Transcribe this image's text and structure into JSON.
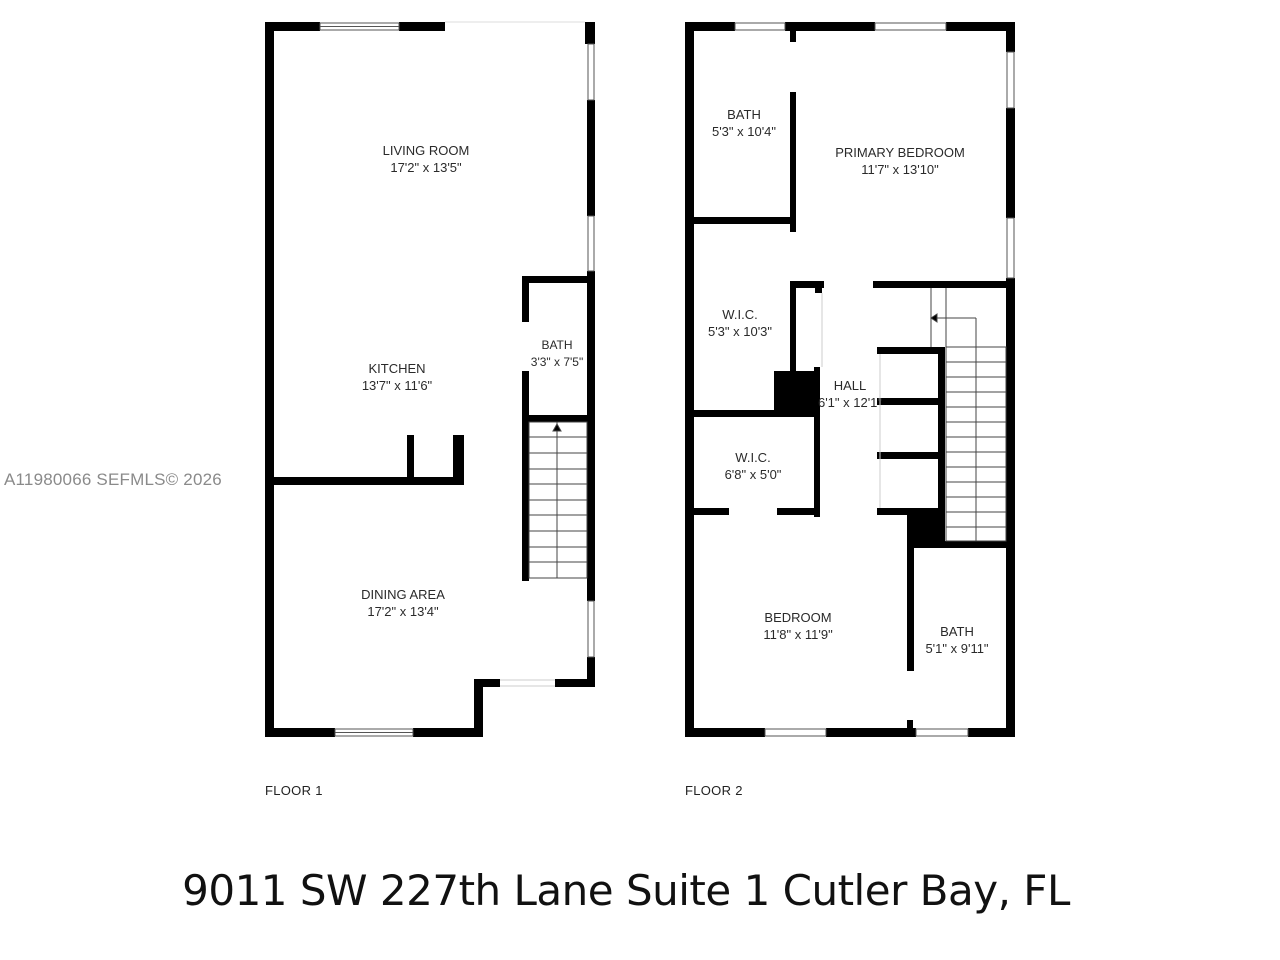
{
  "watermark": "A11980066  SEFMLS© 2026",
  "floors": [
    {
      "label": "FLOOR 1",
      "rooms": [
        {
          "name": "LIVING ROOM",
          "dims": "17'2\" x 13'5\""
        },
        {
          "name": "KITCHEN",
          "dims": "13'7\" x 11'6\""
        },
        {
          "name": "BATH",
          "dims": "3'3\" x 7'5\""
        },
        {
          "name": "DINING AREA",
          "dims": "17'2\" x 13'4\""
        }
      ]
    },
    {
      "label": "FLOOR 2",
      "rooms": [
        {
          "name": "BATH",
          "dims": "5'3\" x 10'4\""
        },
        {
          "name": "PRIMARY BEDROOM",
          "dims": "11'7\" x 13'10\""
        },
        {
          "name": "W.I.C.",
          "dims": "5'3\" x 10'3\""
        },
        {
          "name": "HALL",
          "dims": "6'1\" x 12'1\""
        },
        {
          "name": "W.I.C.",
          "dims": "6'8\" x 5'0\""
        },
        {
          "name": "BEDROOM",
          "dims": "11'8\" x 11'9\""
        },
        {
          "name": "BATH",
          "dims": "5'1\" x 9'11\""
        }
      ]
    }
  ],
  "address": "9011 SW 227th Lane Suite 1 Cutler Bay, FL",
  "colors": {
    "wall": "#000000",
    "background": "#ffffff",
    "watermark": "#8a8a8a"
  }
}
